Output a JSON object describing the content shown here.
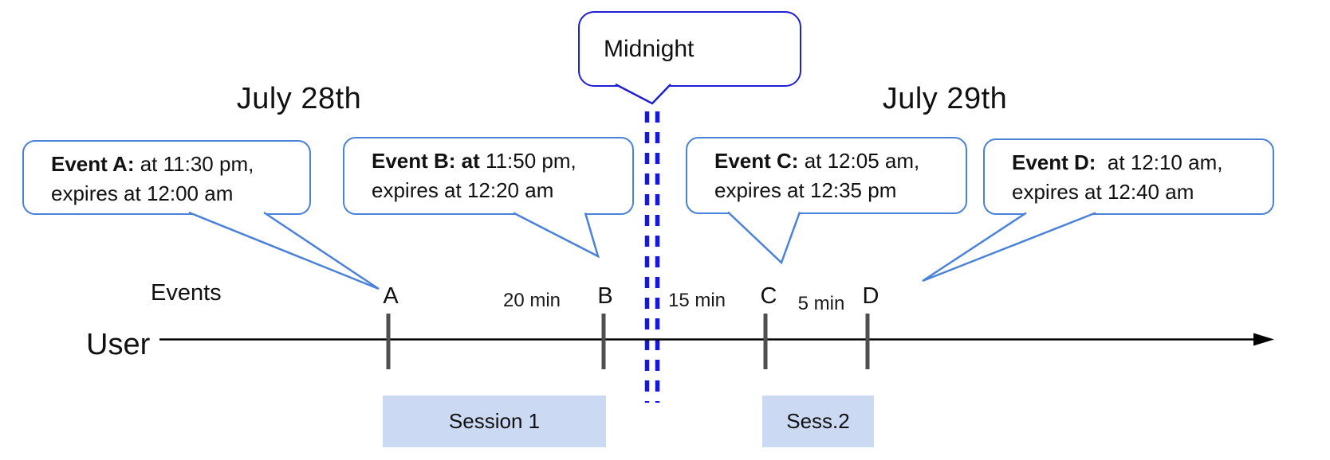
{
  "titles": {
    "day_left": "July 28th",
    "day_right": "July 29th"
  },
  "midnight": {
    "label": "Midnight"
  },
  "callouts": [
    {
      "event": "A",
      "bold": "Event A:",
      "rest": " at 11:30 pm,",
      "line2": "expires at 12:00 am"
    },
    {
      "event": "B",
      "bold": "Event B: at",
      "rest": " 11:50 pm,",
      "line2": "expires at 12:20 am"
    },
    {
      "event": "C",
      "bold": "Event C:",
      "rest": " at 12:05 am,",
      "line2": "expires at 12:35 pm"
    },
    {
      "event": "D",
      "bold": "Event D:",
      "rest": "  at 12:10 am,",
      "line2": "expires at 12:40 am"
    }
  ],
  "timeline": {
    "row_label": "Events",
    "axis_label": "User",
    "ticks": [
      {
        "label": "A"
      },
      {
        "label": "B"
      },
      {
        "label": "C"
      },
      {
        "label": "D"
      }
    ],
    "gaps": [
      {
        "label": "20 min"
      },
      {
        "label": "15 min"
      },
      {
        "label": "5 min"
      }
    ]
  },
  "sessions": [
    {
      "label": "Session 1"
    },
    {
      "label": "Sess.2"
    }
  ],
  "colors": {
    "callout_border": "#4a81d9",
    "midnight_border": "#1f1fd4",
    "dashed_line": "#1717dd",
    "session_fill": "#cbd9f3",
    "tick_gray": "#4f4f4f",
    "axis_black": "#000000"
  }
}
